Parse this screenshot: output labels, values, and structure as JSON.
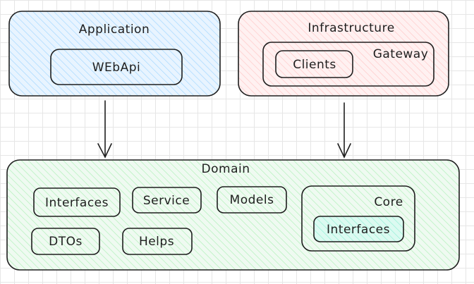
{
  "colors": {
    "stroke": "#1e1e1e",
    "application_fill": "#a5d8ff",
    "infrastructure_fill": "#ffc9c9",
    "domain_fill": "#b2f2bb",
    "core_fill": "#96f2d7"
  },
  "application": {
    "title": "Application",
    "webapi": "WEbApi"
  },
  "infrastructure": {
    "title": "Infrastructure",
    "gateway": "Gateway",
    "clients": "Clients"
  },
  "domain": {
    "title": "Domain",
    "interfaces": "Interfaces",
    "service": "Service",
    "models": "Models",
    "dtos": "DTOs",
    "helps": "Helps",
    "core": {
      "title": "Core",
      "interfaces": "Interfaces"
    }
  }
}
